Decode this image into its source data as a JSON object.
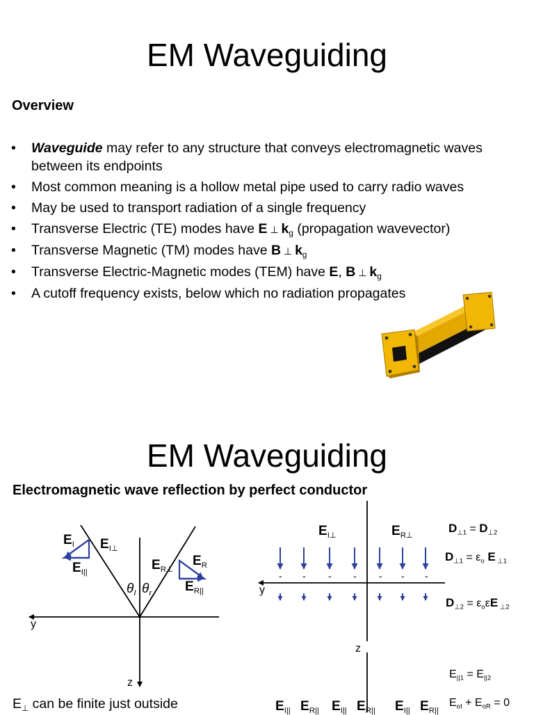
{
  "slide1": {
    "title": "EM Waveguiding",
    "heading": "Overview",
    "bullet_symbol": "•",
    "bullets": [
      {
        "key": "Waveguide",
        "text": " may refer to any structure that conveys electromagnetic waves between its endpoints"
      },
      {
        "text": "Most common meaning is a hollow metal pipe used to carry radio waves"
      },
      {
        "text": "May be used to transport radiation of a single frequency"
      },
      {
        "pre": "Transverse Electric (TE) modes have ",
        "b1": "E",
        "op": " ⊥ ",
        "b2": "k",
        "sub": "g",
        "post": " (propagation wavevector)"
      },
      {
        "pre": "Transverse Magnetic (TM) modes have ",
        "b1": "B",
        "op": " ⊥ ",
        "b2": "k",
        "sub": "g",
        "post": ""
      },
      {
        "pre": "Transverse Electric-Magnetic modes (TEM) have ",
        "b1": "E",
        "mid": ", ",
        "b1b": "B",
        "op": " ⊥ ",
        "b2": "k",
        "sub": "g",
        "post": ""
      },
      {
        "text": "A cutoff frequency exists, below which no radiation propagates"
      }
    ]
  },
  "slide2": {
    "title": "EM Waveguiding",
    "heading": "Electromagnetic wave reflection by perfect conductor",
    "left": {
      "EI": "E",
      "EI_sub": "I",
      "EIperp": "E",
      "EIperp_sub": "I⊥",
      "EIpar": "E",
      "EIpar_sub": "I||",
      "ERperp": "E",
      "ERperp_sub": "R⊥",
      "ER": "E",
      "ER_sub": "R",
      "ERpar": "E",
      "ERpar_sub": "R||",
      "thetaI": "θ",
      "thetaI_sub": "I",
      "thetaR": "θ",
      "thetaR_sub": "r",
      "y": "y",
      "z": "z"
    },
    "right": {
      "EIperp": "E",
      "EIperp_sub": "I⊥",
      "ERperp": "E",
      "ERperp_sub": "R⊥",
      "minus": "-",
      "y": "y",
      "z": "z",
      "bottom_labels": [
        "E",
        "E",
        "E",
        "E",
        "E",
        "E"
      ],
      "bottom_subs": [
        "I||",
        "R||",
        "I||",
        "R||",
        "I||",
        "R||"
      ]
    },
    "equations": {
      "eq1": {
        "a": "D",
        "a_sub": "⊥1",
        "mid": " = ",
        "b": "D",
        "b_sub": "⊥2"
      },
      "eq2": {
        "a": "D",
        "a_sub": "⊥1",
        "mid": " = ε",
        "mid_sub": "o",
        "b": " E",
        "b_sub": " ⊥1"
      },
      "eq3": {
        "a": "D",
        "a_sub": "⊥2",
        "mid": " = ε",
        "mid_sub": "o",
        "mid2": "ε",
        "b": "E",
        "b_sub": " ⊥2"
      },
      "eq4": {
        "a": "E",
        "a_sub": "||1",
        "mid": " = E",
        "b_sub": "||2"
      },
      "eq5": {
        "a": "E",
        "a_sub": "oI",
        "mid": " + E",
        "b_sub": "oR",
        "end": " = 0"
      }
    },
    "footer_text": "E",
    "footer_sub": "⊥",
    "footer_rest": " can be finite just outside"
  },
  "colors": {
    "arrow": "#2e3f9e",
    "waveguide": "#f2b705",
    "waveguide_dark": "#b07f00"
  }
}
